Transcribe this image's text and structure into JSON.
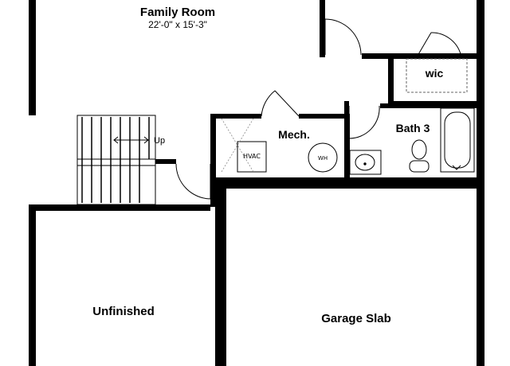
{
  "rooms": {
    "family_room": {
      "name": "Family Room",
      "dimensions": "22'-0\" x 15'-3\""
    },
    "walk_in_closet": {
      "name": "wic"
    },
    "mechanical": {
      "name": "Mech."
    },
    "bath": {
      "name": "Bath 3"
    },
    "unfinished": {
      "name": "Unfinished"
    },
    "garage_slab": {
      "name": "Garage Slab"
    }
  },
  "stairs": {
    "direction_label": "Up"
  },
  "fixtures": {
    "hvac": "HVAC",
    "water_heater": "WH"
  },
  "colors": {
    "wall": "#000000",
    "background": "#ffffff",
    "fixture_line": "#444444"
  }
}
